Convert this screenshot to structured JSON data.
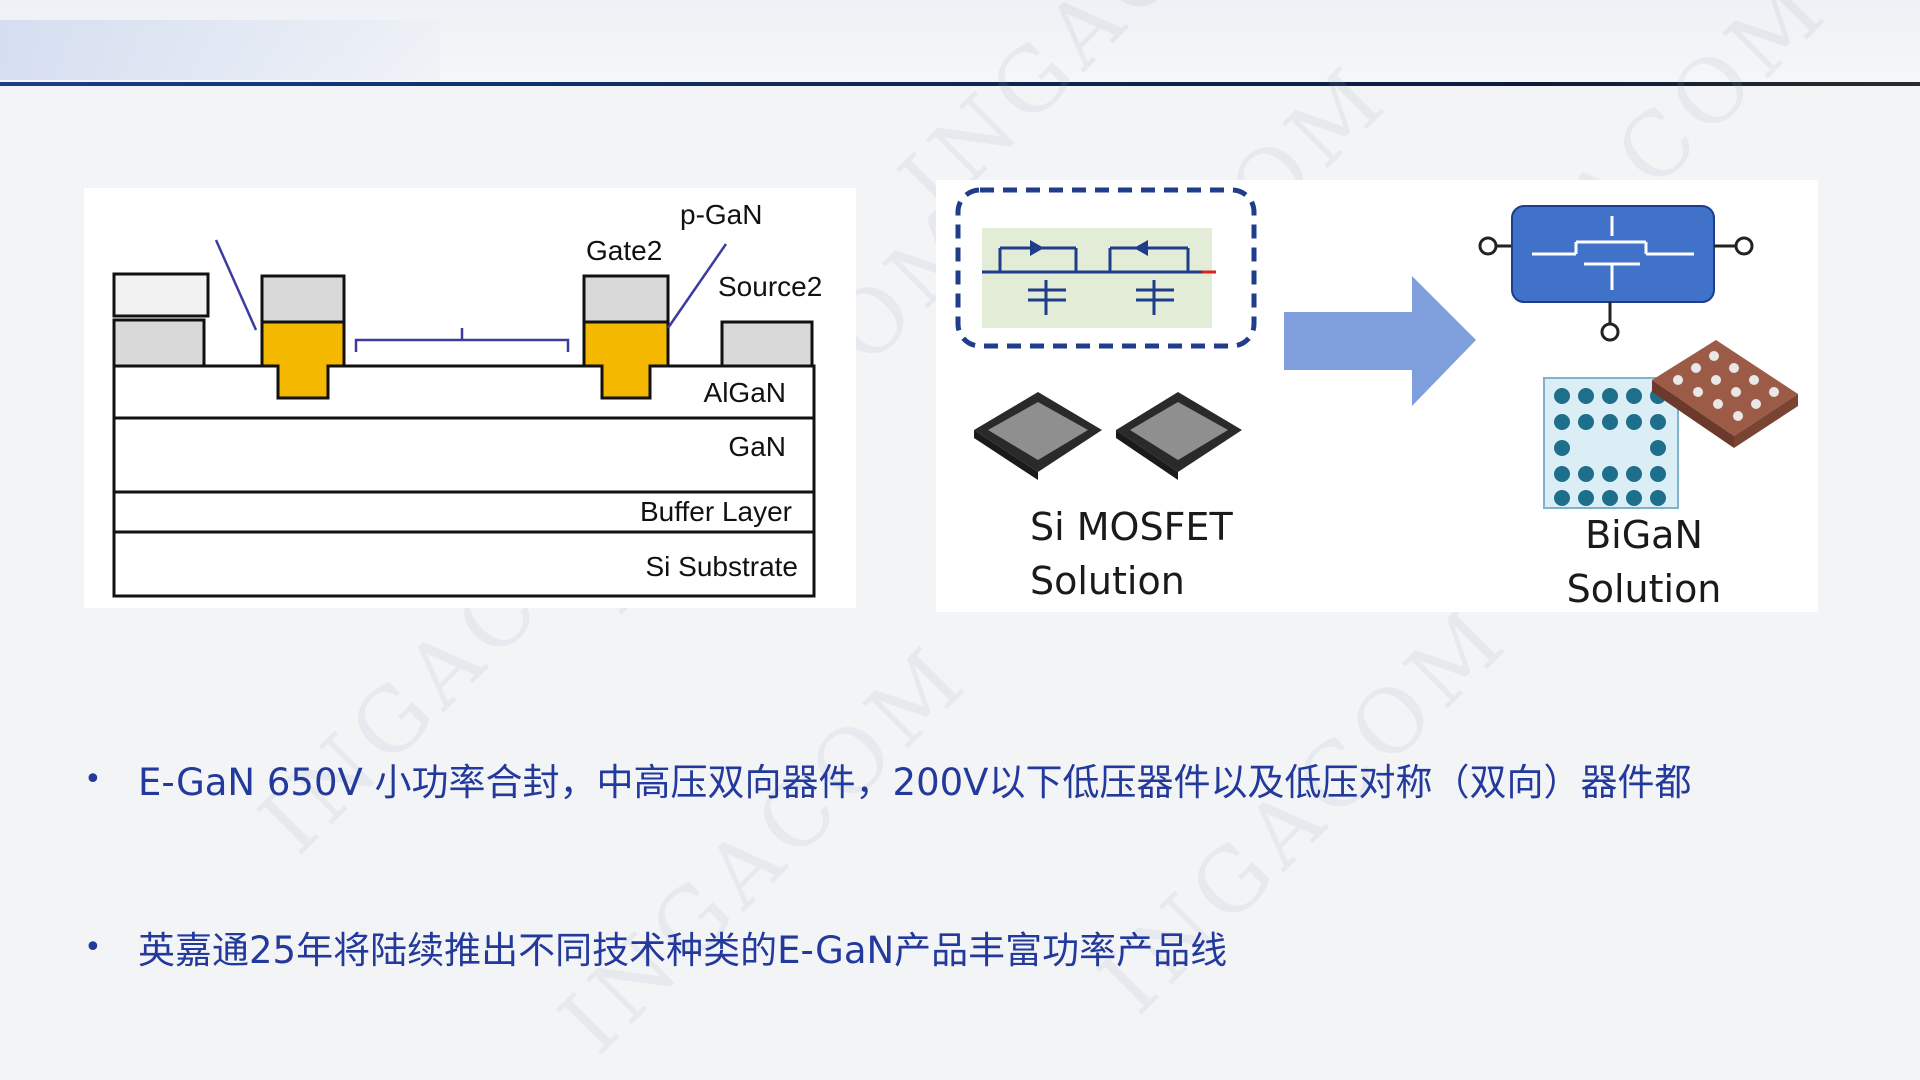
{
  "layer_diagram": {
    "labels": {
      "p_gan": "p-GaN",
      "gate2": "Gate2",
      "source2": "Source2",
      "algan": "AlGaN",
      "gan": "GaN",
      "buffer": "Buffer Layer",
      "substrate": "Si Substrate"
    },
    "colors": {
      "gate_metal": "#f5b800",
      "contact": "#d9d9d9",
      "outline": "#111111"
    }
  },
  "solution_diagram": {
    "si_line1": "Si MOSFET",
    "si_line2": "Solution",
    "bigan_line1": "BiGaN",
    "bigan_line2": "Solution",
    "colors": {
      "arrow": "#7f9fdc",
      "bigan_block": "#3f72c8",
      "dashed_box": "#1f3d8a",
      "circuit_bg": "#e2ecd6",
      "die_pad": "#1d6f8c",
      "package": "#9c5b46"
    }
  },
  "bullets": [
    {
      "text": "E-GaN 650V 小功率合封，中高压双向器件，200V以下低压器件以及低压对称（双向）器件都"
    },
    {
      "text": "英嘉通25年将陆续推出不同技术种类的E-GaN产品丰富功率产品线"
    }
  ],
  "watermark_text": "INGACOM",
  "colors": {
    "bullet_text": "#23399b",
    "header_line": "#102a5a"
  }
}
